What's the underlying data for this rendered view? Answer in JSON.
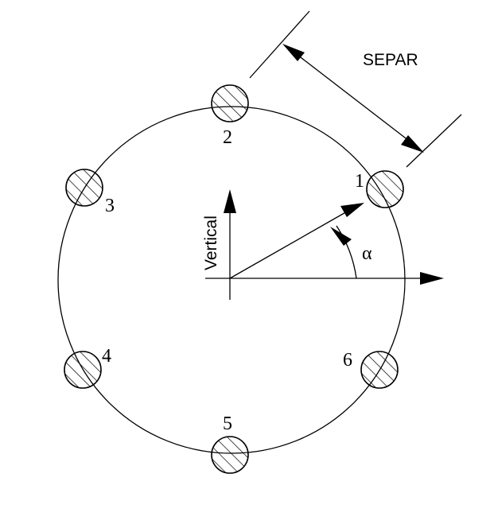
{
  "diagram": {
    "separation_label": "SEPAR",
    "vertical_label": "Vertical",
    "angle_label": "α",
    "conductors": [
      {
        "label": "1"
      },
      {
        "label": "2"
      },
      {
        "label": "3"
      },
      {
        "label": "4"
      },
      {
        "label": "5"
      },
      {
        "label": "6"
      }
    ]
  },
  "colors": {
    "stroke": "#000000",
    "background": "#ffffff"
  }
}
